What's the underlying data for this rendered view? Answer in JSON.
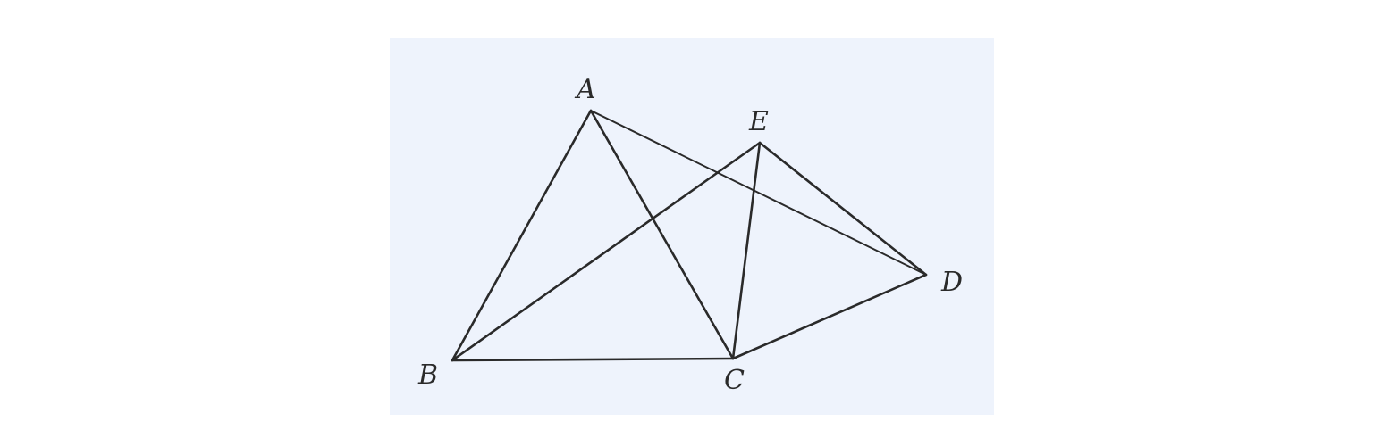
{
  "diagram": {
    "background_color": "#eef3fc",
    "line_color": "#2a2a2a",
    "points": {
      "A": "A",
      "B": "B",
      "C": "C",
      "D": "D",
      "E": "E"
    },
    "segments": [
      "AB",
      "AC",
      "AD",
      "BC",
      "BE",
      "CE",
      "CD",
      "ED"
    ]
  }
}
